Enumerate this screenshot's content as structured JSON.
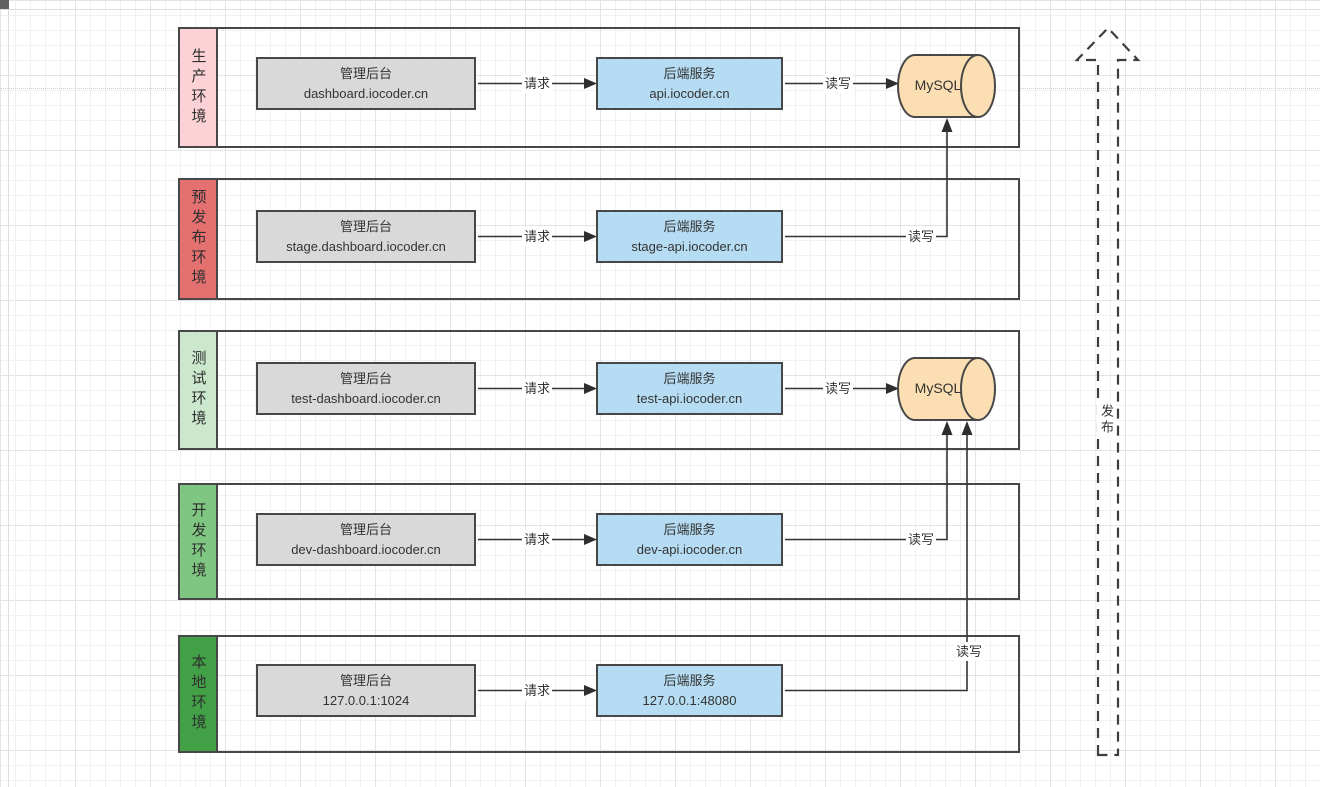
{
  "colors": {
    "border": "#474747",
    "arrow": "#343434",
    "dashboard_fill": "#d9d9d9",
    "backend_fill": "#b5dcf2",
    "mysql_fill": "#fbdfb2"
  },
  "rows": [
    {
      "name": "production",
      "label": "生产环境",
      "band_color": "#fcd2d6",
      "dashboard": {
        "title": "管理后台",
        "host": "dashboard.iocoder.cn"
      },
      "request_label": "请求",
      "backend": {
        "title": "后端服务",
        "host": "api.iocoder.cn"
      },
      "readwrite_label": "读写",
      "mysql_label": "MySQL"
    },
    {
      "name": "staging",
      "label": "预发布环境",
      "band_color": "#e57070",
      "dashboard": {
        "title": "管理后台",
        "host": "stage.dashboard.iocoder.cn"
      },
      "request_label": "请求",
      "backend": {
        "title": "后端服务",
        "host": "stage-api.iocoder.cn"
      },
      "readwrite_label": "读写"
    },
    {
      "name": "testing",
      "label": "测试环境",
      "band_color": "#cbe8cc",
      "dashboard": {
        "title": "管理后台",
        "host": "test-dashboard.iocoder.cn"
      },
      "request_label": "请求",
      "backend": {
        "title": "后端服务",
        "host": "test-api.iocoder.cn"
      },
      "readwrite_label": "读写",
      "mysql_label": "MySQL"
    },
    {
      "name": "development",
      "label": "开发环境",
      "band_color": "#80c683",
      "dashboard": {
        "title": "管理后台",
        "host": "dev-dashboard.iocoder.cn"
      },
      "request_label": "请求",
      "backend": {
        "title": "后端服务",
        "host": "dev-api.iocoder.cn"
      },
      "readwrite_label": "读写"
    },
    {
      "name": "local",
      "label": "本地环境",
      "band_color": "#42a047",
      "dashboard": {
        "title": "管理后台",
        "host": "127.0.0.1:1024"
      },
      "request_label": "请求",
      "backend": {
        "title": "后端服务",
        "host": "127.0.0.1:48080"
      },
      "readwrite_label": "读写"
    }
  ],
  "release_arrow": {
    "label": "发布"
  }
}
